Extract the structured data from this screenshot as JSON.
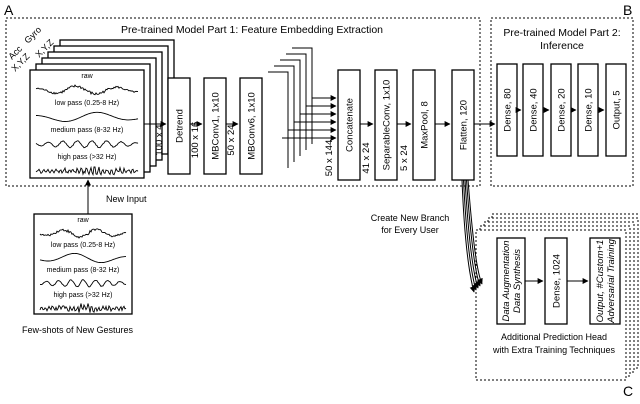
{
  "corners": {
    "a": "A",
    "b": "B",
    "c": "C"
  },
  "sensors": {
    "acc": "Acc",
    "gyro": "Gyro",
    "acc_axes": "X,Y,Z",
    "gyro_axes": "X,Y,Z"
  },
  "panel1": {
    "title": "Pre-trained Model Part 1: Feature Embedding Extraction"
  },
  "panel2": {
    "title_line1": "Pre-trained Model Part 2:",
    "title_line2": "Inference"
  },
  "signal_bands": [
    "raw",
    "low pass (0.25-8 Hz)",
    "medium pass (8-32 Hz)",
    "high pass (>32 Hz)"
  ],
  "extractor_blocks": [
    {
      "label": "Detrend",
      "dim": "100 x 4"
    },
    {
      "label": "MBConv1, 1x10",
      "dim": "100 x 16"
    },
    {
      "label": "MBConv6, 1x10",
      "dim": "50 x 24"
    }
  ],
  "embedding_blocks": [
    {
      "label": "Concatenate",
      "dim": "50 x 144"
    },
    {
      "label": "SeparableConv, 1x10",
      "dim": "41 x 24"
    },
    {
      "label": "MaxPool, 8",
      "dim": "5 x 24"
    },
    {
      "label": "Flatten, 120",
      "dim": ""
    }
  ],
  "dense_blocks": [
    "Dense, 80",
    "Dense, 40",
    "Dense, 20",
    "Dense, 10",
    "Output, 5"
  ],
  "new_input": "New Input",
  "branch_label": {
    "line1": "Create New Branch",
    "line2": "for Every User"
  },
  "few_shots_label": "Few-shots of New Gestures",
  "head_blocks": [
    {
      "line1": "Data Augmentation",
      "line2": "Data Synthesis",
      "italic": true
    },
    {
      "line1": "Dense, 1024",
      "line2": "",
      "italic": false
    },
    {
      "line1": "Output, #Custom+1",
      "line2": "Adversarial Training",
      "italic": true
    }
  ],
  "head_caption": {
    "line1": "Additional Prediction Head",
    "line2": "with Extra Training Techniques"
  }
}
